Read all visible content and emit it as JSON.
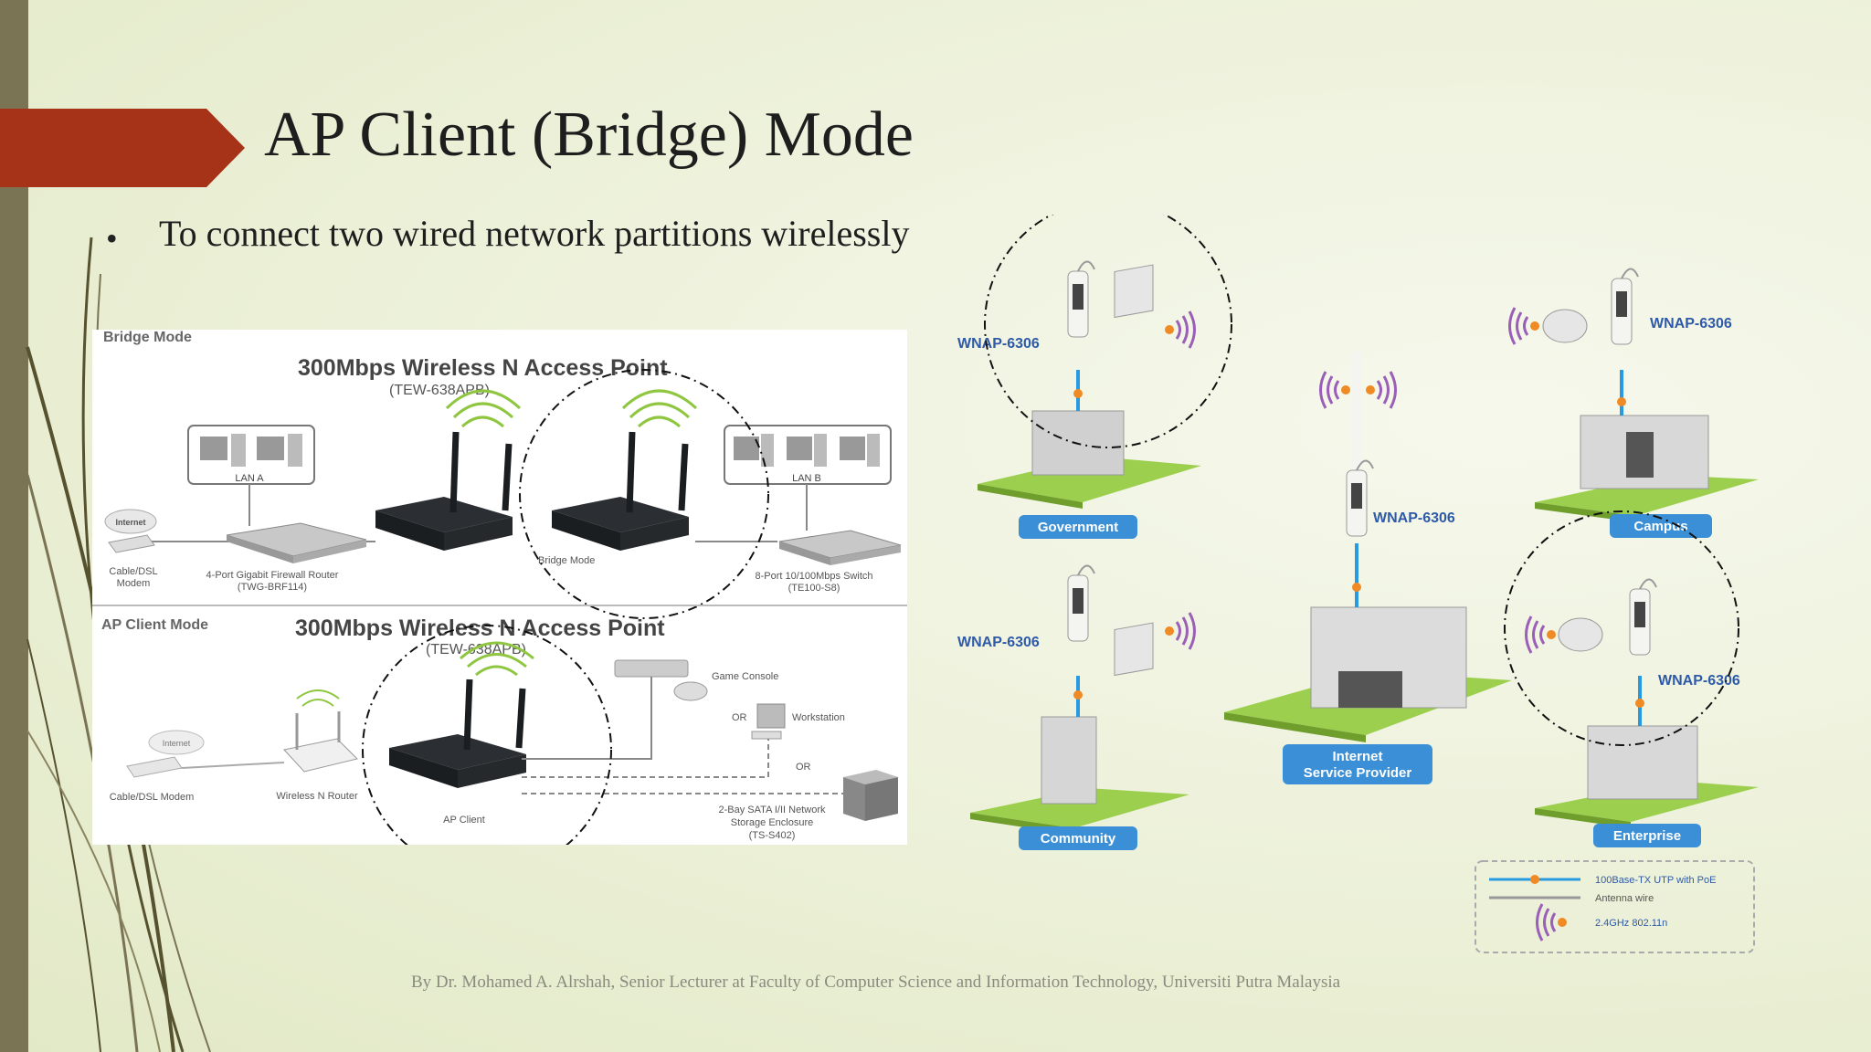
{
  "title": "AP Client (Bridge) Mode",
  "bullet": "To connect two wired network partitions wirelessly",
  "footer": "By Dr. Mohamed A. Alrshah, Senior Lecturer at Faculty of Computer Science and Information Technology, Universiti Putra Malaysia",
  "left_diagram": {
    "bridge_section": {
      "label": "Bridge Mode",
      "heading": "300Mbps Wireless N Access Point",
      "model": "(TEW-638APB)",
      "lan_a": "LAN A",
      "lan_b": "LAN B",
      "internet": "Internet",
      "modem": [
        "Cable/DSL",
        "Modem"
      ],
      "router": [
        "4-Port Gigabit Firewall Router",
        "(TWG-BRF114)"
      ],
      "bridge_label": "Bridge Mode",
      "switch": [
        "8-Port 10/100Mbps Switch",
        "(TE100-S8)"
      ]
    },
    "client_section": {
      "label": "AP Client Mode",
      "heading": "300Mbps Wireless N Access Point",
      "model": "(TEW-638APB)",
      "internet": "Internet",
      "modem": "Cable/DSL Modem",
      "router": "Wireless N Router",
      "ap_client": "AP Client",
      "game_console": "Game Console",
      "or1": "OR",
      "workstation": "Workstation",
      "or2": "OR",
      "nas": [
        "2-Bay SATA I/II Network",
        "Storage Enclosure",
        "(TS-S402)"
      ]
    }
  },
  "right_diagram": {
    "device": "WNAP-6306",
    "sites": {
      "government": "Government",
      "campus": "Campus",
      "community": "Community",
      "enterprise": "Enterprise",
      "isp": [
        "Internet",
        "Service Provider"
      ]
    },
    "legend": [
      "100Base-TX UTP with PoE",
      "Antenna wire",
      "2.4GHz 802.11n"
    ]
  },
  "colors": {
    "accent_red": "#a63218",
    "left_bar": "#7a7454",
    "label_blue": "#3a8fd6",
    "ground_green": "#9ccf4e",
    "signal_purple": "#9a5fb6"
  }
}
